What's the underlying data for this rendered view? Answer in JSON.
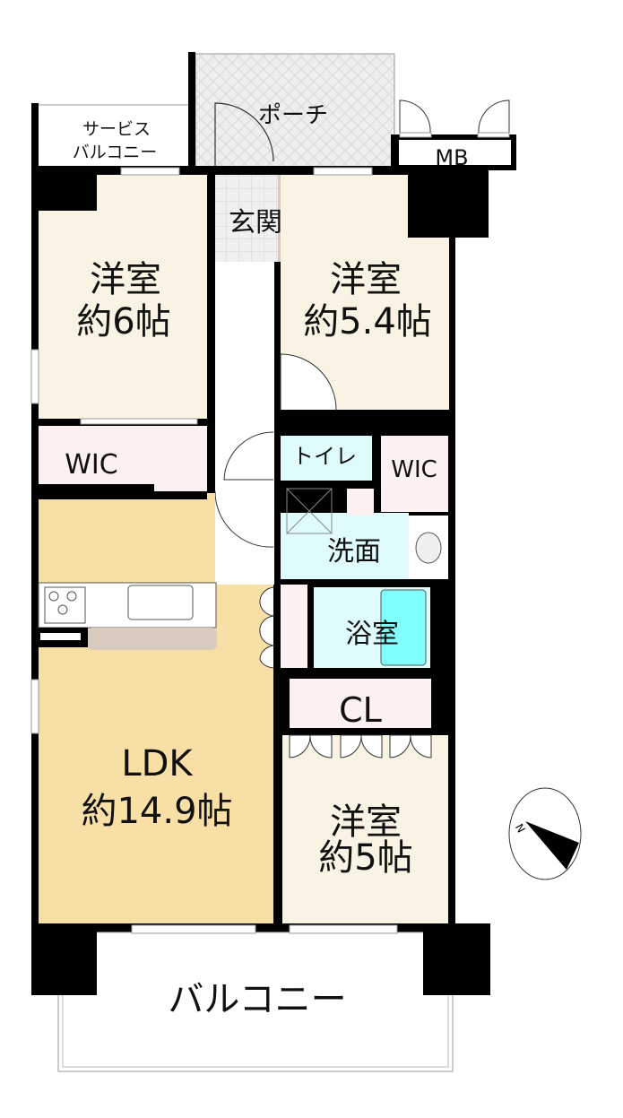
{
  "rooms": {
    "service_balcony": {
      "line1": "サービス",
      "line2": "バルコニー"
    },
    "porch": "ポーチ",
    "mb": "MB",
    "entrance": "玄関",
    "western_room_1": {
      "name": "洋室",
      "size": "約6帖"
    },
    "western_room_2": {
      "name": "洋室",
      "size": "約5.4帖"
    },
    "wic_left": "WIC",
    "toilet": "トイレ",
    "wic_right": "WIC",
    "washroom": "洗面",
    "bathroom": "浴室",
    "closet": "CL",
    "ldk": {
      "name": "LDK",
      "size": "約14.9帖"
    },
    "western_room_3": {
      "name": "洋室",
      "size": "約5帖"
    },
    "balcony": "バルコニー"
  },
  "compass": {
    "label": "N"
  },
  "colors": {
    "western": "#f8f3e3",
    "ldk": "#f7dfa6",
    "wic": "#fcf0f0",
    "wet": "#e0fbfb",
    "tub": "#80ffff",
    "porch": "#ececec",
    "wall": "#000000"
  }
}
